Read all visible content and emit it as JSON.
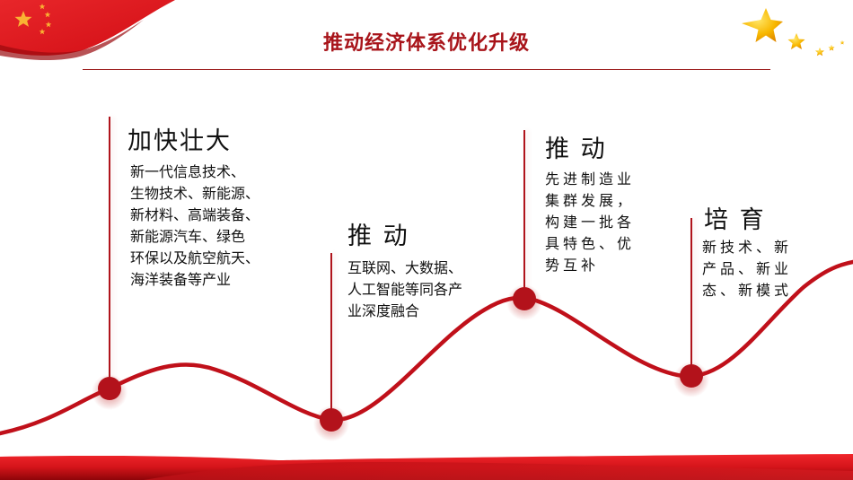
{
  "title": "推动经济体系优化升级",
  "colors": {
    "title": "#a8141a",
    "accent_red": "#c0101a",
    "node": "#b3121b",
    "star_gold": "#f7b500"
  },
  "stages": [
    {
      "heading": "加快壮大",
      "lines": [
        "新一代信息技术、",
        "生物技术、新能源、",
        "新材料、高端装备、",
        "新能源汽车、绿色",
        "环保以及航空航天、",
        "海洋装备等产业"
      ]
    },
    {
      "heading": "推 动",
      "lines": [
        "互联网、大数据、",
        "人工智能等同各产",
        "业深度融合"
      ]
    },
    {
      "heading": "推 动",
      "lines": [
        "先进制造业",
        "集群发展，",
        "构建一批各",
        "具特色、优",
        "势互补"
      ]
    },
    {
      "heading": "培 育",
      "lines": [
        "新技术、新",
        "产品、新业",
        "态、新模式"
      ]
    }
  ]
}
